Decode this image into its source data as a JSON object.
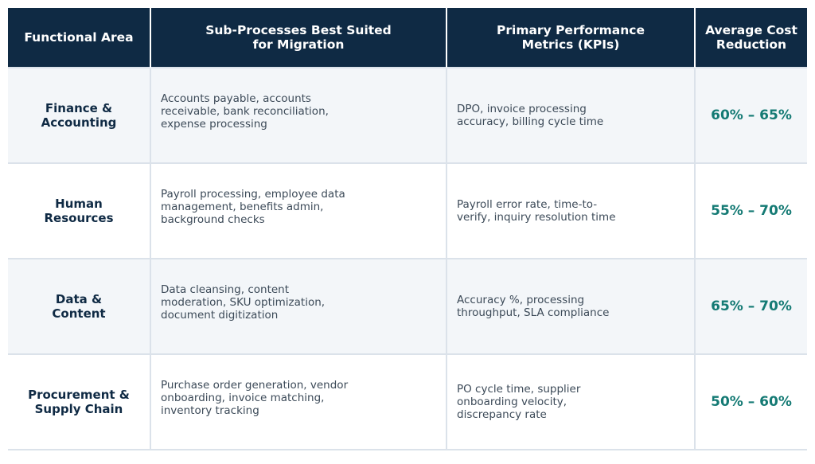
{
  "headers": [
    "Functional Area",
    "Sub-Processes Best Suited\nfor Migration",
    "Primary Performance\nMetrics (KPIs)",
    "Average Cost\nReduction"
  ],
  "rows": [
    {
      "area": "Finance &\nAccounting",
      "sub_processes": "Accounts payable, accounts\nreceivable, bank reconciliation,\nexpense processing",
      "kpis": "DPO, invoice processing\naccuracy, billing cycle time",
      "cost_reduction": "60% – 65%"
    },
    {
      "area": "Human\nResources",
      "sub_processes": "Payroll processing, employee data\nmanagement, benefits admin,\nbackground checks",
      "kpis": "Payroll error rate, time-to-\nverify, inquiry resolution time",
      "cost_reduction": "55% – 70%"
    },
    {
      "area": "Data &\nContent",
      "sub_processes": "Data cleansing, content\nmoderation, SKU optimization,\ndocument digitization",
      "kpis": "Accuracy %, processing\nthroughput, SLA compliance",
      "cost_reduction": "65% – 70%"
    },
    {
      "area": "Procurement &\nSupply Chain",
      "sub_processes": "Purchase order generation, vendor\nonboarding, invoice matching,\ninventory tracking",
      "kpis": "PO cycle time, supplier\nonboarding velocity,\ndiscrepancy rate",
      "cost_reduction": "50% – 60%"
    }
  ],
  "colors": {
    "header_bg": "#0f2a44",
    "header_text": "#ffffff",
    "row_alt_bg": "#f3f6f9",
    "grid": "#dbe2ea",
    "accent_teal": "#147a74"
  }
}
